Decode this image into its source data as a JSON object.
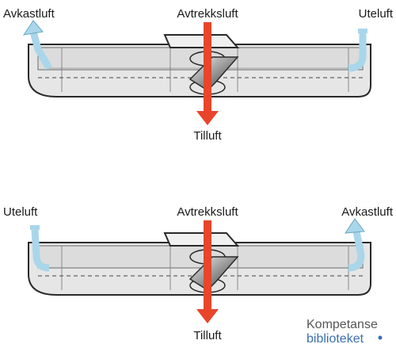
{
  "diagrams": [
    {
      "labels": {
        "left": "Avkastluft",
        "center": "Avtrekksluft",
        "right": "Uteluft",
        "bottom": "Tilluft"
      }
    },
    {
      "labels": {
        "left": "Uteluft",
        "center": "Avtrekksluft",
        "right": "Avkastluft",
        "bottom": "Tilluft"
      }
    }
  ],
  "logo": {
    "line1": "Kompetanse",
    "line2": "biblioteket"
  },
  "colors": {
    "warm_air": "#e8452b",
    "cool_air": "#a9d6ea",
    "outline": "#2a2a2a",
    "housing": "#e6e6e6",
    "housing_dark": "#c8c8c8"
  }
}
